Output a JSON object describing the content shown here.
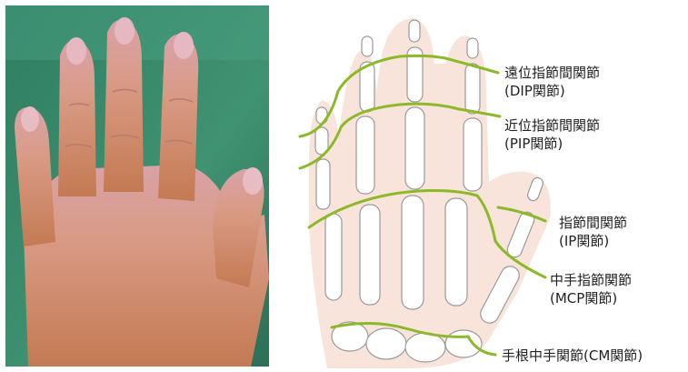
{
  "photo": {
    "alt": "hand"
  },
  "labels": {
    "dip_main": "遠位指節間関節",
    "dip_sub": "(DIP関節)",
    "pip_main": "近位指節間関節",
    "pip_sub": "(PIP関節)",
    "ip_main": "指節間関節",
    "ip_sub": "(IP関節)",
    "mcp_main": "中手指節関節",
    "mcp_sub": "(MCP関節)",
    "cm_main": "手根中手関節(CM関節)"
  },
  "colors": {
    "joint_line": "#8cb92a",
    "bone_outline": "#9a9a9a",
    "skin_silhouette": "#f7e1d6",
    "photo_background": "#3f8f6e"
  }
}
